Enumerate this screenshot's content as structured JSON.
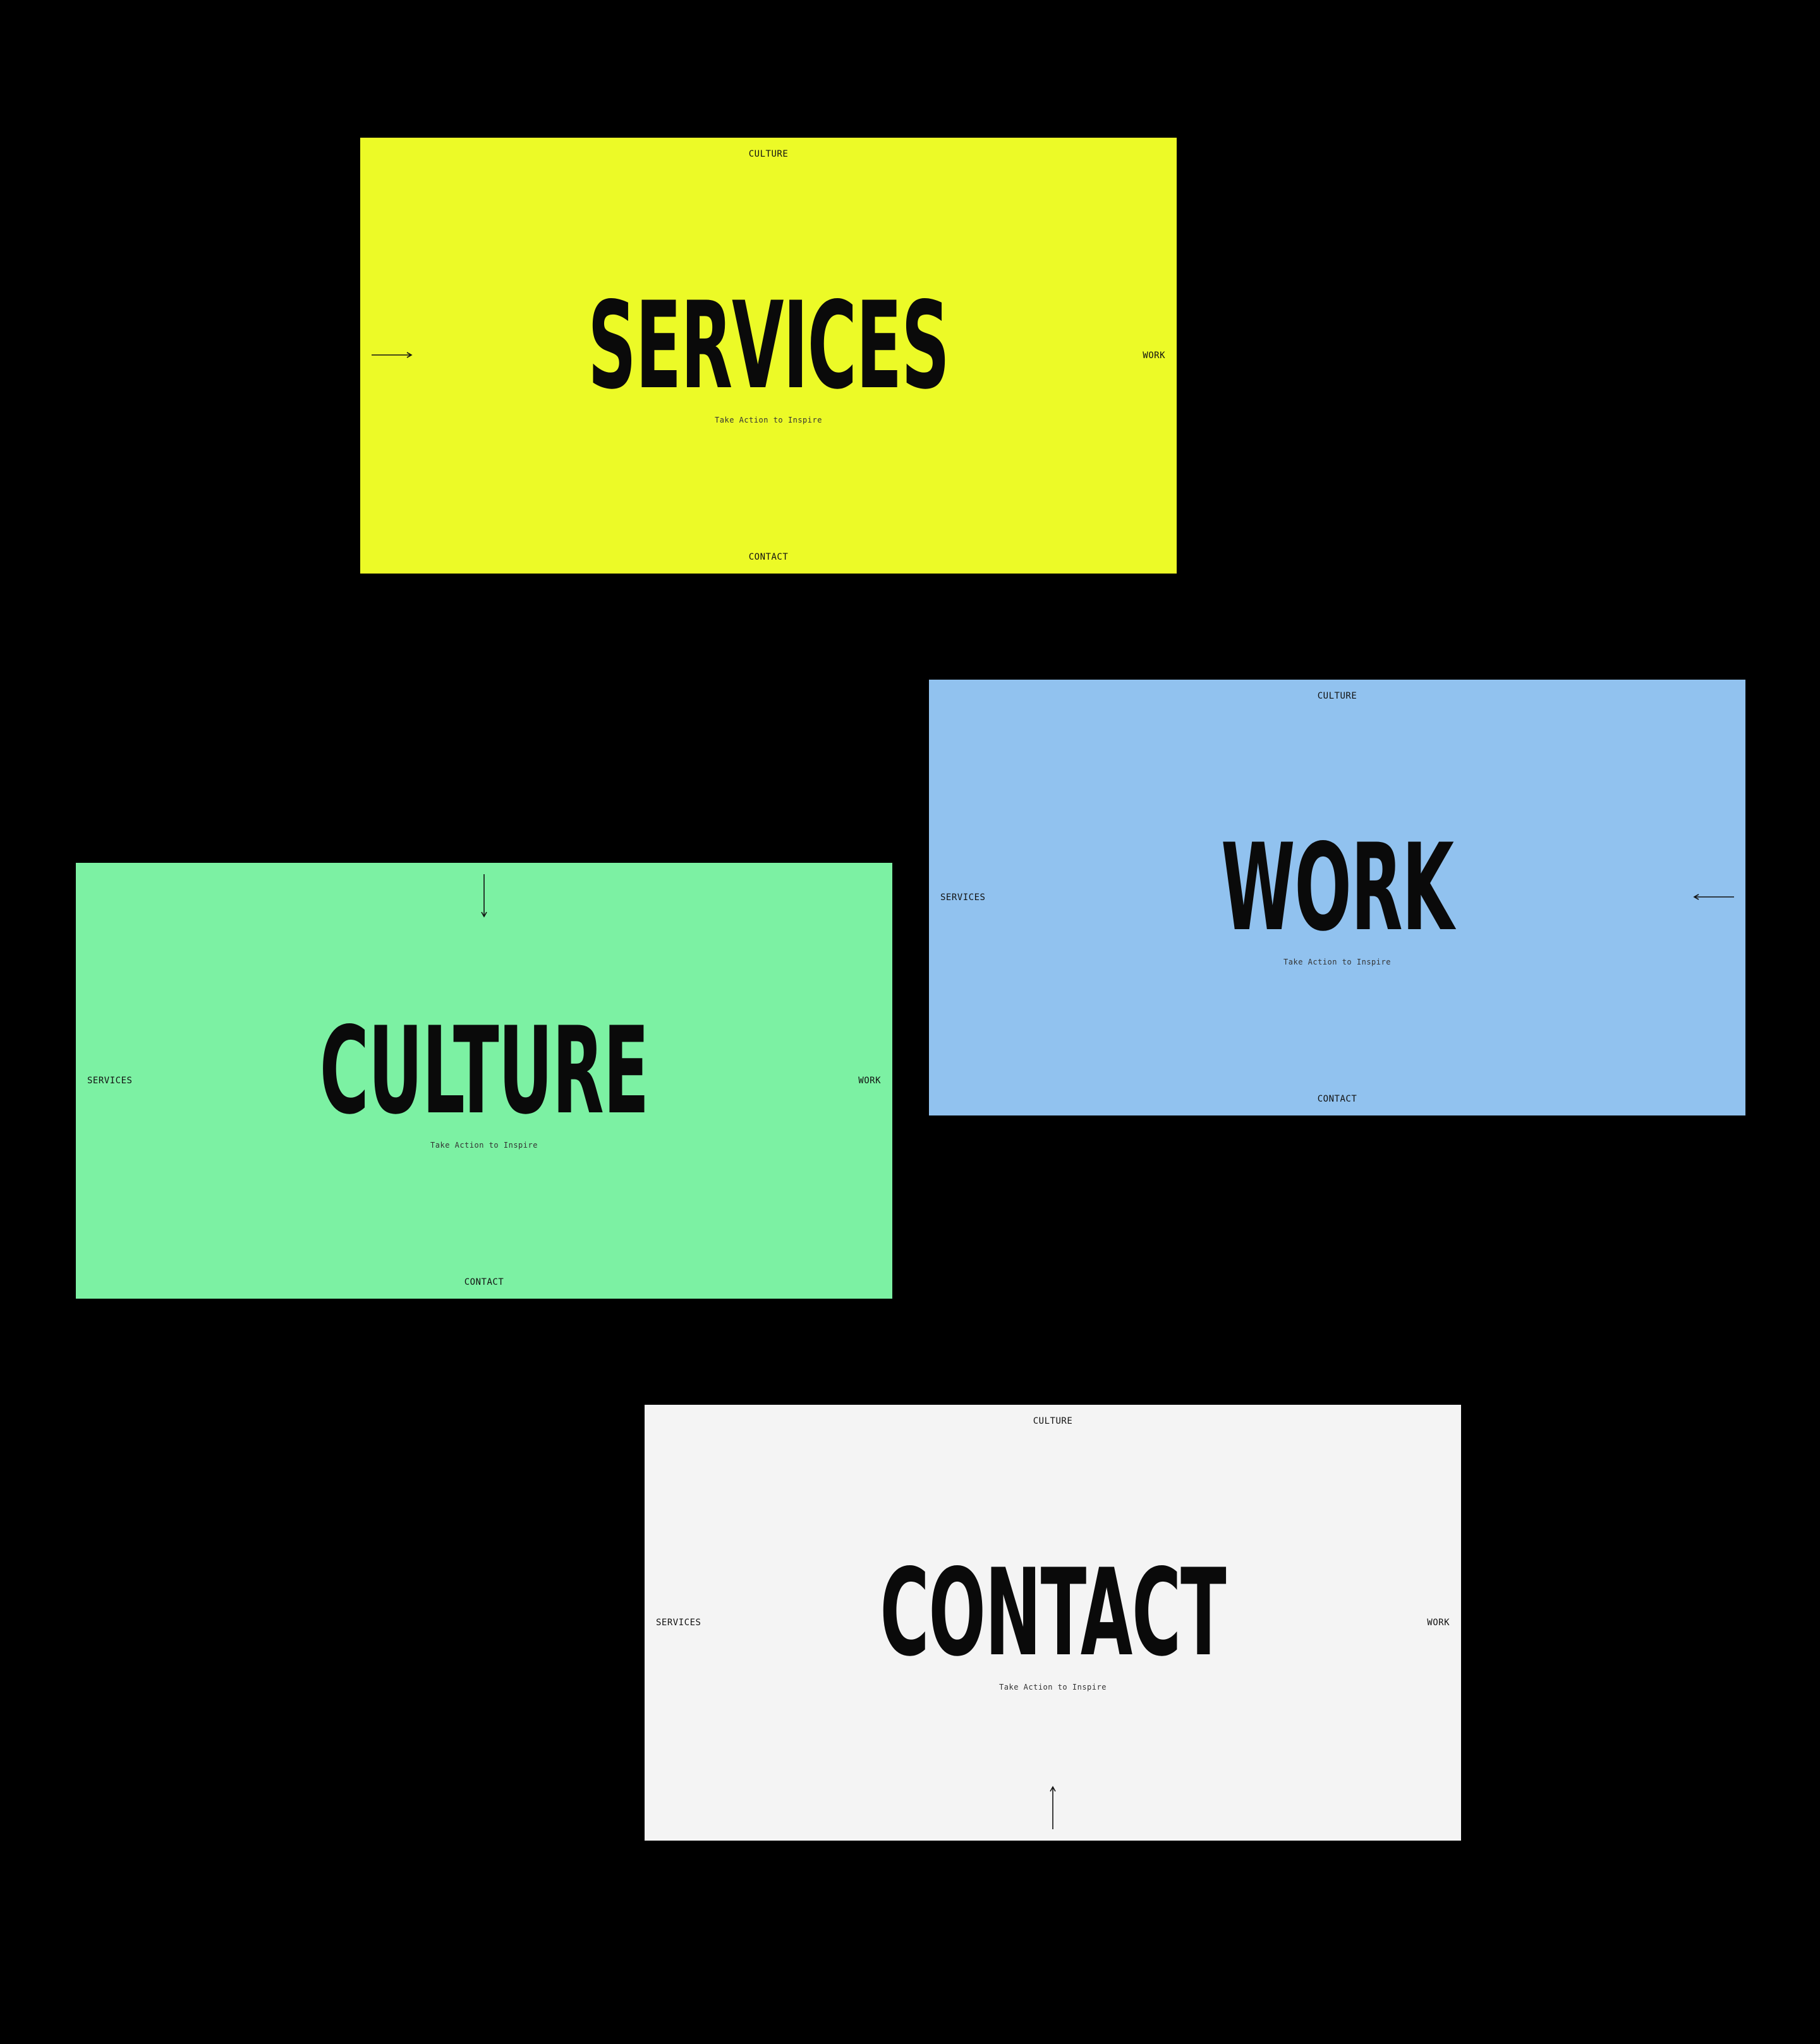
{
  "cards": {
    "services": {
      "headline": "SERVICES",
      "tagline": "Take Action to Inspire",
      "nav_top": "CULTURE",
      "nav_bottom": "CONTACT",
      "nav_right": "WORK",
      "left_arrow_icon": "arrow-right-icon",
      "bg_color": "#ecfa27"
    },
    "work": {
      "headline": "WORK",
      "tagline": "Take Action to Inspire",
      "nav_top": "CULTURE",
      "nav_bottom": "CONTACT",
      "nav_left": "SERVICES",
      "right_arrow_icon": "arrow-left-icon",
      "bg_color": "#91c2ef"
    },
    "culture": {
      "headline": "CULTURE",
      "tagline": "Take Action to Inspire",
      "nav_bottom": "CONTACT",
      "nav_left": "SERVICES",
      "nav_right": "WORK",
      "top_arrow_icon": "arrow-down-icon",
      "bg_color": "#7cf1a3"
    },
    "contact": {
      "headline": "CONTACT",
      "tagline": "Take Action to Inspire",
      "nav_top": "CULTURE",
      "nav_left": "SERVICES",
      "nav_right": "WORK",
      "bottom_arrow_icon": "arrow-up-icon",
      "bg_color": "#f4f4f4"
    }
  },
  "page_bg_color": "#000000"
}
